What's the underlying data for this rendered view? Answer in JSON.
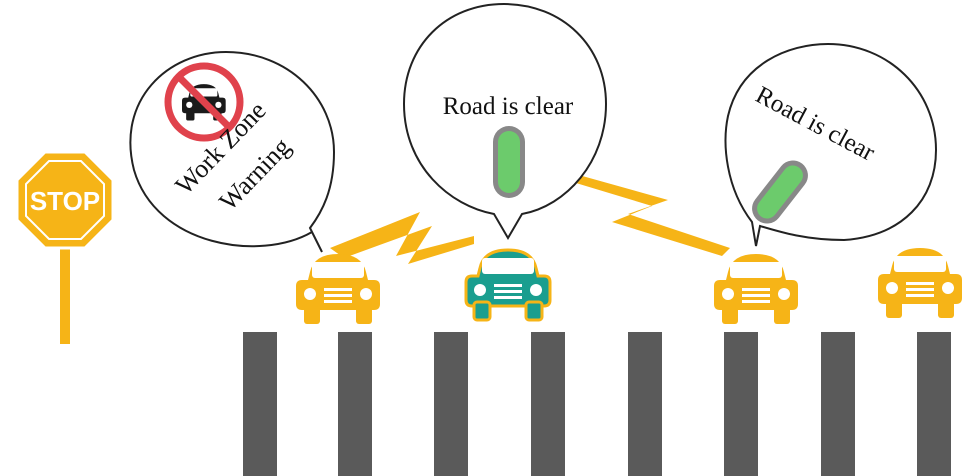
{
  "stop_sign": {
    "label": "STOP",
    "color": "#F6B417"
  },
  "bubbles": {
    "work_zone": {
      "line1": "Work Zone",
      "line2": "Warning"
    },
    "center": {
      "text": "Road is clear"
    },
    "right": {
      "text": "Road is clear"
    }
  },
  "colors": {
    "yellow": "#F6B417",
    "teal": "#1A9E8F",
    "signal_green": "#6CCB6C",
    "no_entry_red": "#E0424C",
    "road_bar": "#5A5A5A",
    "outline": "#222222"
  },
  "icons": {
    "no_car": "no-cars-icon",
    "signal": "green-signal-icon",
    "wireless": "wireless-link-icon"
  }
}
